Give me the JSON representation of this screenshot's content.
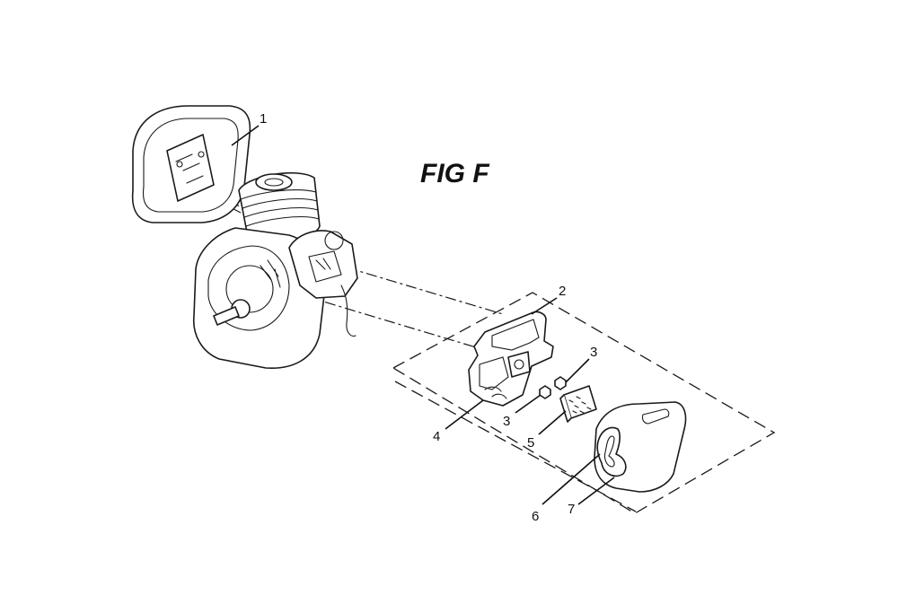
{
  "figure": {
    "title": "FIG F"
  },
  "callouts": [
    {
      "id": "c1",
      "label": "1"
    },
    {
      "id": "c2",
      "label": "2"
    },
    {
      "id": "c3a",
      "label": "3"
    },
    {
      "id": "c3b",
      "label": "3"
    },
    {
      "id": "c4",
      "label": "4"
    },
    {
      "id": "c5",
      "label": "5"
    },
    {
      "id": "c6",
      "label": "6"
    },
    {
      "id": "c7",
      "label": "7"
    }
  ],
  "colors": {
    "ink": "#1a1a1a",
    "background": "#ffffff"
  }
}
